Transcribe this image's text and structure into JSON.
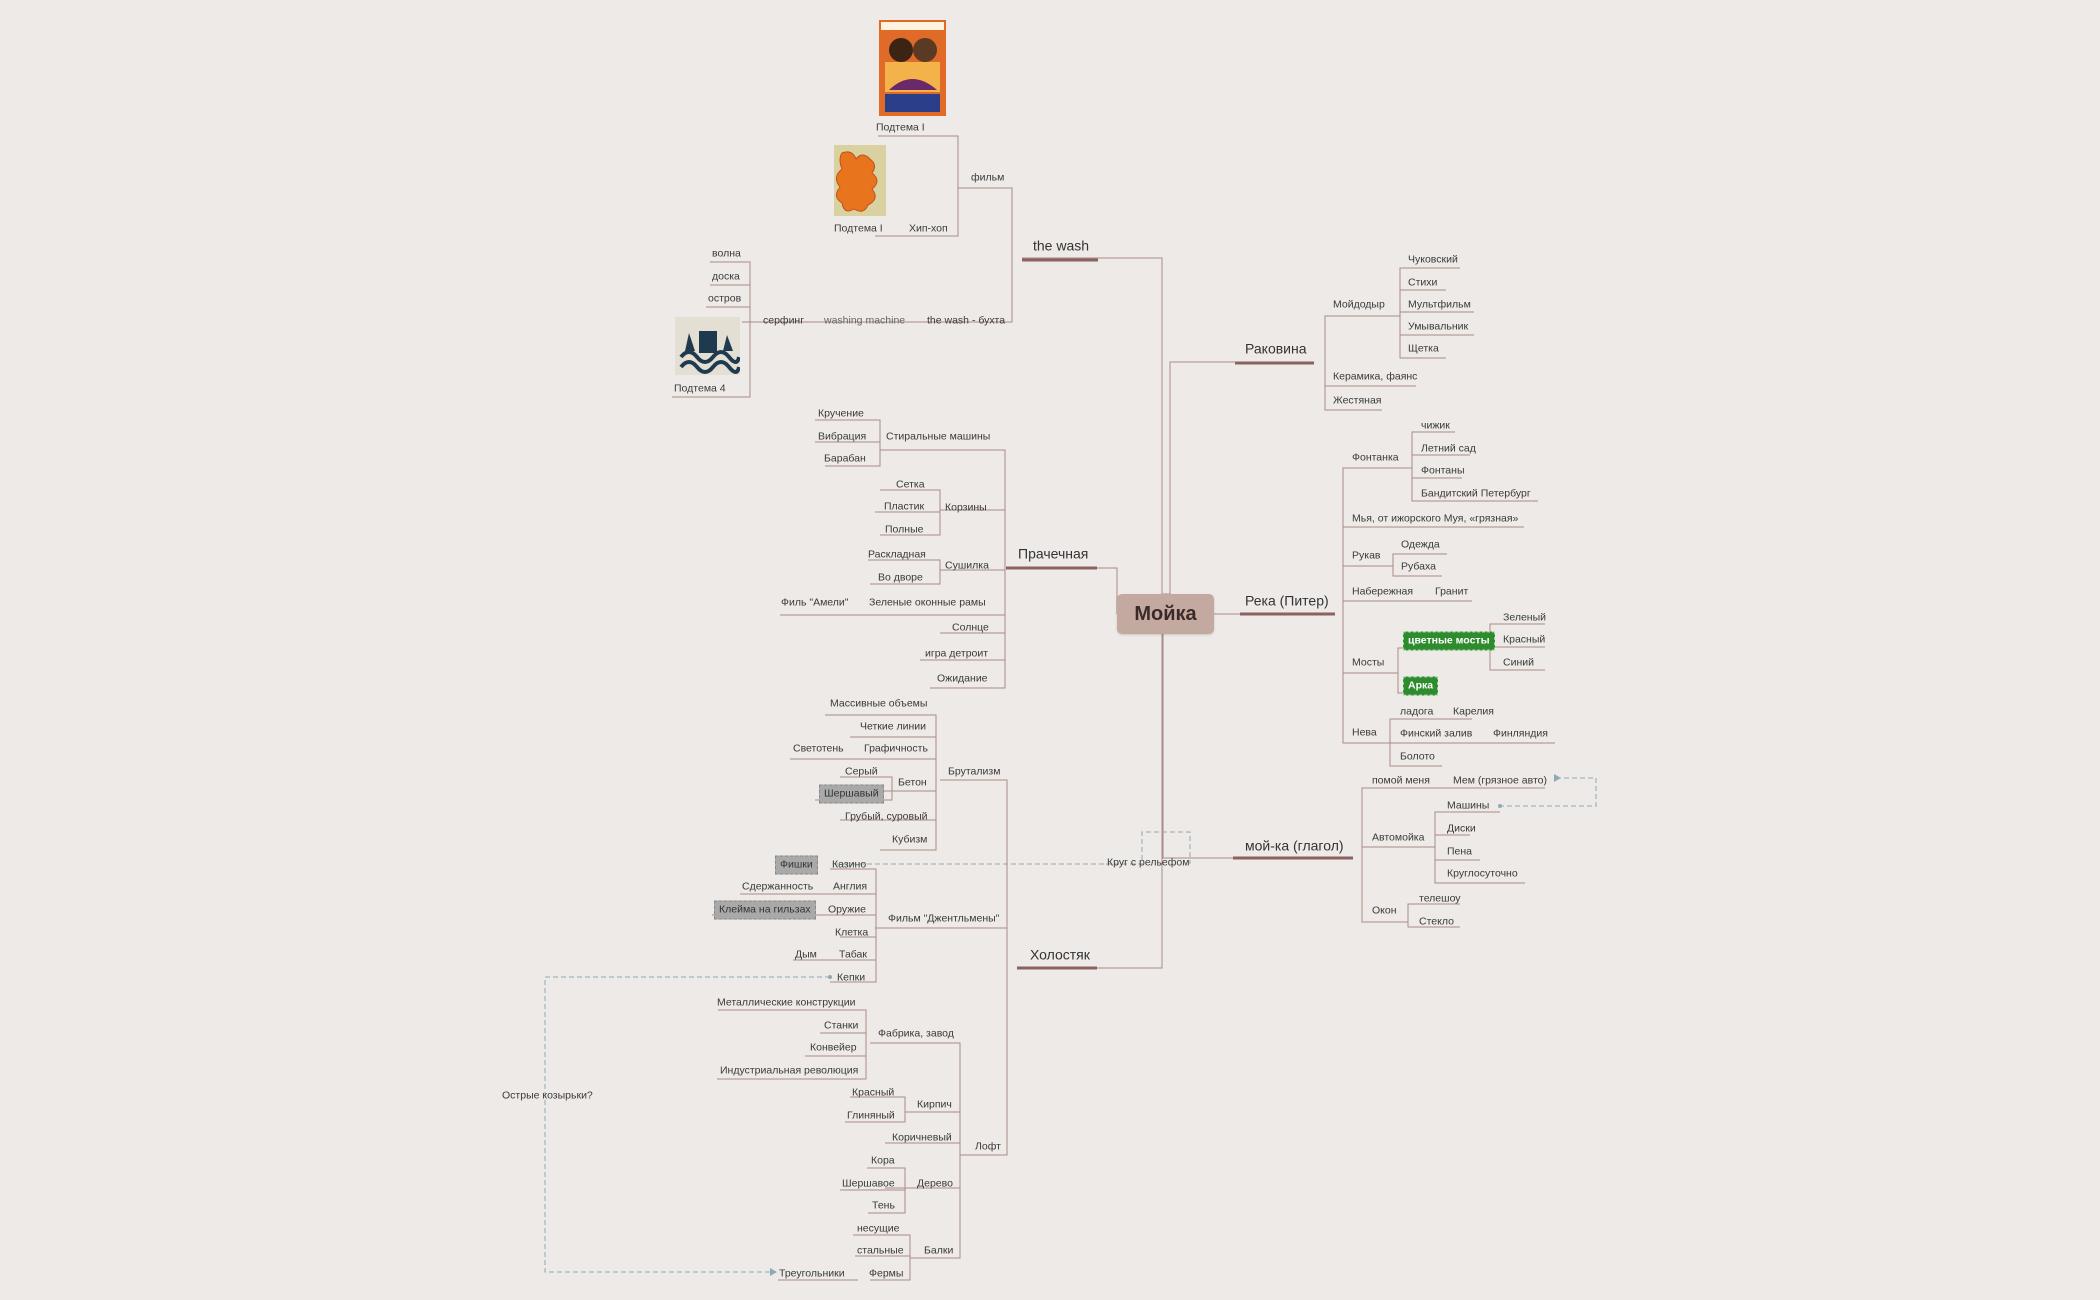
{
  "root": "Мойка",
  "branches": {
    "wash": "the wash",
    "rakovina": "Раковина",
    "reka": "Река (Питер)",
    "prachechnaya": "Прачечная",
    "moyka_verb": "мой-ка (глагол)",
    "kholostyak": "Холостяк"
  },
  "wash": {
    "film": "фильм",
    "podtema1a": "Подтема I",
    "podtema1b": "Подтема I",
    "hiphop": "Хип-хоп",
    "bukhta": "the wash - бухта",
    "washing_machine": "washing machine",
    "serfing": "серфинг",
    "volna": "волна",
    "doska": "доска",
    "ostrov": "остров",
    "podtema4": "Подтема 4"
  },
  "rakovina": {
    "moydodyr": "Мойдодыр",
    "moydodyr_items": [
      "Чуковский",
      "Стихи",
      "Мультфильм",
      "Умывальник",
      "Щетка"
    ],
    "keramika": "Керамика, фаянс",
    "zhestyanaya": "Жестяная"
  },
  "reka": {
    "fontanka": "Фонтанка",
    "fontanka_items": [
      "чижик",
      "Летний сад",
      "Фонтаны",
      "Бандитский Петербург"
    ],
    "mya": "Мья, от ижорского Муя, «грязная»",
    "rukav": "Рукав",
    "rukav_items": [
      "Одежда",
      "Рубаха"
    ],
    "naberezhnaya": "Набережная",
    "granit": "Гранит",
    "mosty": "Мосты",
    "tsvetnye": "цветные мосты",
    "tsvetnye_items": [
      "Зеленый",
      "Красный",
      "Синий"
    ],
    "arka": "Арка",
    "neva": "Нева",
    "ladoga": "ладога",
    "kareliya": "Карелия",
    "finsky": "Финский залив",
    "finlyandiya": "Финляндия",
    "boloto": "Болото"
  },
  "prachechnaya": {
    "stiralnye": "Стиральные машины",
    "stiralnye_items": [
      "Кручение",
      "Вибрация",
      "Барабан"
    ],
    "korziny": "Корзины",
    "korziny_items": [
      "Сетка",
      "Пластик",
      "Полные"
    ],
    "sushilka": "Сушилка",
    "sushilka_items": [
      "Раскладная",
      "Во дворе"
    ],
    "zelenye": "Зеленые оконные  рамы",
    "amelie": "Филь \"Амели\"",
    "solntse": "Солнце",
    "igra": "игра детроит",
    "ozhidanie": "Ожидание"
  },
  "moyka_verb": {
    "pomoy": "помой меня",
    "mem": "Мем (грязное авто)",
    "avtomoyka": "Автомойка",
    "avtomoyka_items": [
      "Машины",
      "Диски",
      "Пена",
      "Круглосуточно"
    ],
    "okon": "Окон",
    "okon_items": [
      "телешоу",
      "Стекло"
    ],
    "krug": "Круг с рельефом"
  },
  "kholostyak": {
    "brutalizm": "Брутализм",
    "brut_items": [
      "Массивные объемы",
      "Четкие линии",
      "Графичность",
      "Бетон",
      "Грубый, суровый",
      "Кубизм"
    ],
    "svetoten": "Светотень",
    "beton_items": [
      "Серый",
      "Шершавый"
    ],
    "dzhentlmeny": "Фильм \"Джентльмены\"",
    "dzh_items": [
      "Казино",
      "Англия",
      "Оружие",
      "Клетка",
      "Табак",
      "Кепки"
    ],
    "fishki": "Фишки",
    "sderzhannost": "Сдержанность",
    "kleyma": "Клейма на гильзах",
    "dym": "Дым",
    "loft": "Лофт",
    "fabrika": "Фабрика, завод",
    "fabrika_items": [
      "Металлические конструкции",
      "Станки",
      "Конвейер",
      "Индустриальная революция"
    ],
    "kirpich": "Кирпич",
    "kirpich_items": [
      "Красный",
      "Глиняный"
    ],
    "korichnevy": "Коричневый",
    "derevo": "Дерево",
    "derevo_items": [
      "Кора",
      "Шершавое",
      "Тень"
    ],
    "balki": "Балки",
    "balki_items": [
      "несущие",
      "стальные"
    ],
    "fermy": "Фермы",
    "treugolniki": "Треугольники",
    "ostrye": "Острые козырьки?"
  }
}
